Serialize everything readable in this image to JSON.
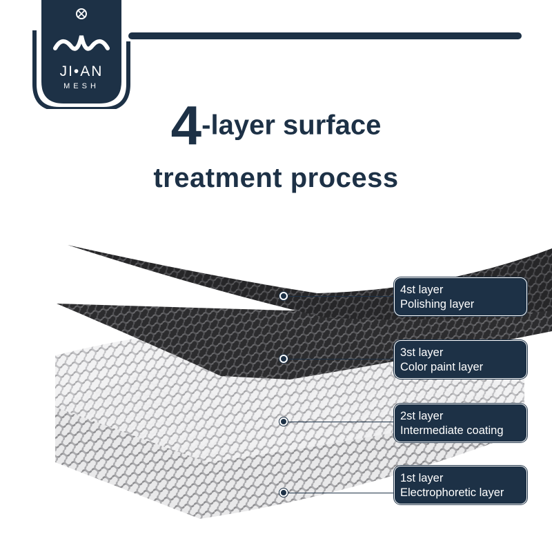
{
  "brand": {
    "name": "JI•AN",
    "tagline": "MESH",
    "color": "#1d3146"
  },
  "title": {
    "number": "4",
    "rest": "-layer surface",
    "line2": "treatment process"
  },
  "layers": [
    {
      "name": "4st layer",
      "desc": "Polishing layer",
      "color": "#3a3a3c"
    },
    {
      "name": "3st layer",
      "desc": "Color paint layer",
      "color": "#4a4a4c"
    },
    {
      "name": "2st layer",
      "desc": "Intermediate coating",
      "color": "#b8b8ba"
    },
    {
      "name": "1st layer",
      "desc": "Electrophoretic layer",
      "color": "#9a9a9c"
    }
  ]
}
